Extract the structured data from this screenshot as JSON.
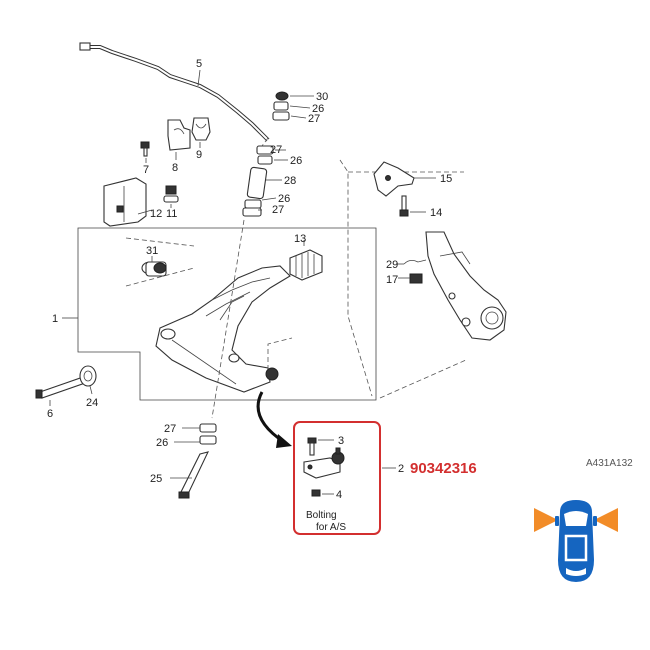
{
  "diagram": {
    "figure_code": "A431A132",
    "callouts": {
      "c1": "1",
      "c2": "2",
      "c3": "3",
      "c4": "4",
      "c5": "5",
      "c6": "6",
      "c7": "7",
      "c8": "8",
      "c9": "9",
      "c11": "11",
      "c12": "12",
      "c13": "13",
      "c14": "14",
      "c15": "15",
      "c17": "17",
      "c24": "24",
      "c25": "25",
      "c29": "29",
      "c30": "30",
      "c31": "31",
      "c26a": "26",
      "c26b": "26",
      "c26c": "26",
      "c26d": "26",
      "c27a": "27",
      "c27b": "27",
      "c27c": "27",
      "c27d": "27",
      "c28": "28"
    },
    "highlight": {
      "part_number": "90342316",
      "border_color": "#d32f2f",
      "note_line1": "Bolting",
      "note_line2": "for  A/S"
    },
    "position_icon": {
      "name": "car-front-position-icon",
      "body_color": "#1565c0",
      "arrow_color": "#f28c28"
    }
  }
}
